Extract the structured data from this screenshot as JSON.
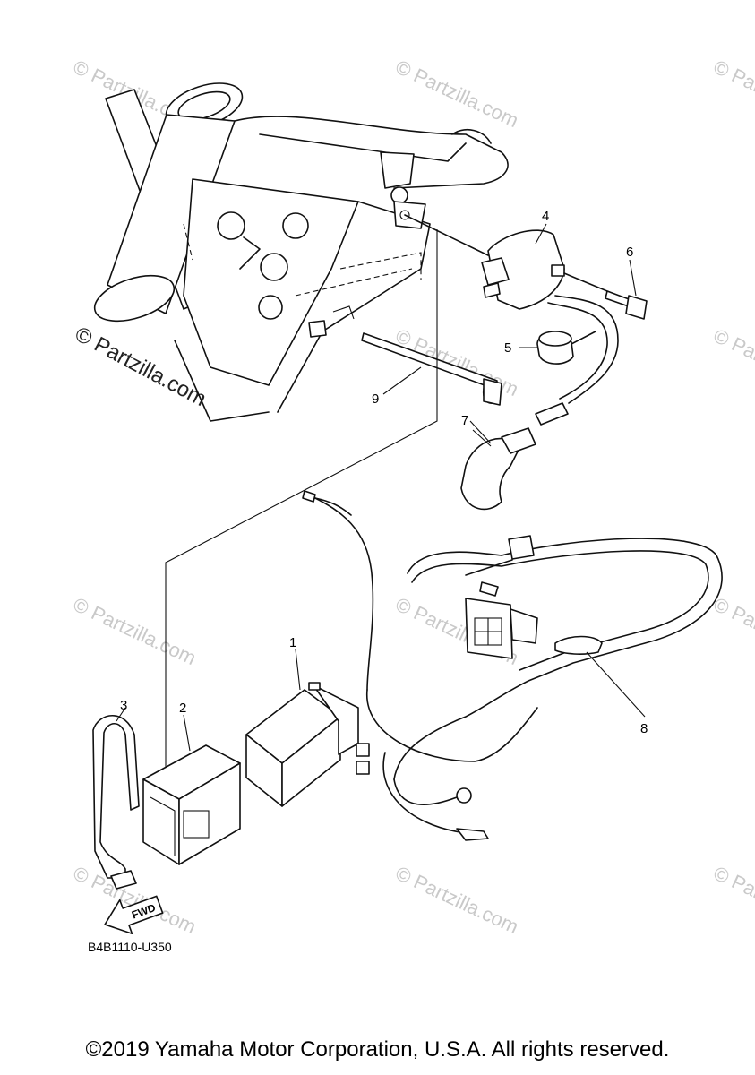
{
  "watermark": {
    "text": "© Partzilla.com",
    "primary": "© Partzilla.com"
  },
  "callouts": {
    "c1": "1",
    "c2": "2",
    "c3": "3",
    "c4": "4",
    "c5": "5",
    "c6": "6",
    "c7": "7",
    "c8": "8",
    "c9": "9"
  },
  "fwd_label": "FWD",
  "diagram_code": "B4B1110-U350",
  "copyright": "©2019 Yamaha Motor Corporation, U.S.A. All rights reserved.",
  "colors": {
    "line": "#111111",
    "watermark": "#c9c9c9",
    "background": "#ffffff"
  }
}
